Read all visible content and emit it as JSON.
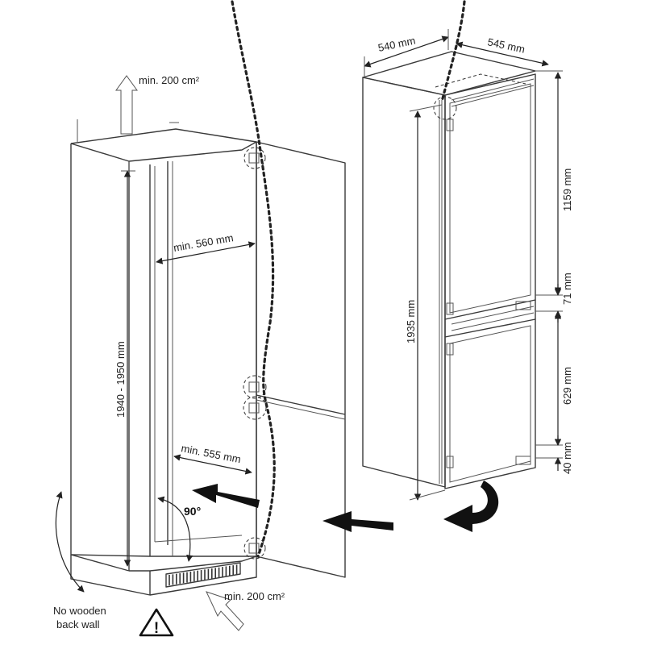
{
  "labels": {
    "vent_top": "min. 200 cm²",
    "vent_bottom": "min. 200 cm²",
    "width_niche": "min. 560 mm",
    "depth_niche": "min. 555 mm",
    "height_niche": "1940 - 1950 mm",
    "angle": "90°",
    "no_wooden_1": "No wooden",
    "no_wooden_2": "back wall",
    "fridge_width": "540 mm",
    "fridge_depth": "545 mm",
    "fridge_height": "1935 mm",
    "upper_door": "1159 mm",
    "gap_middle": "71 mm",
    "lower_door": "629 mm",
    "base_gap": "40 mm"
  },
  "warning_symbol": "!",
  "icons": [
    "warning-triangle-icon",
    "arrow-icon",
    "rotate-arrow-icon",
    "hinge-icon",
    "vent-grille-icon"
  ]
}
